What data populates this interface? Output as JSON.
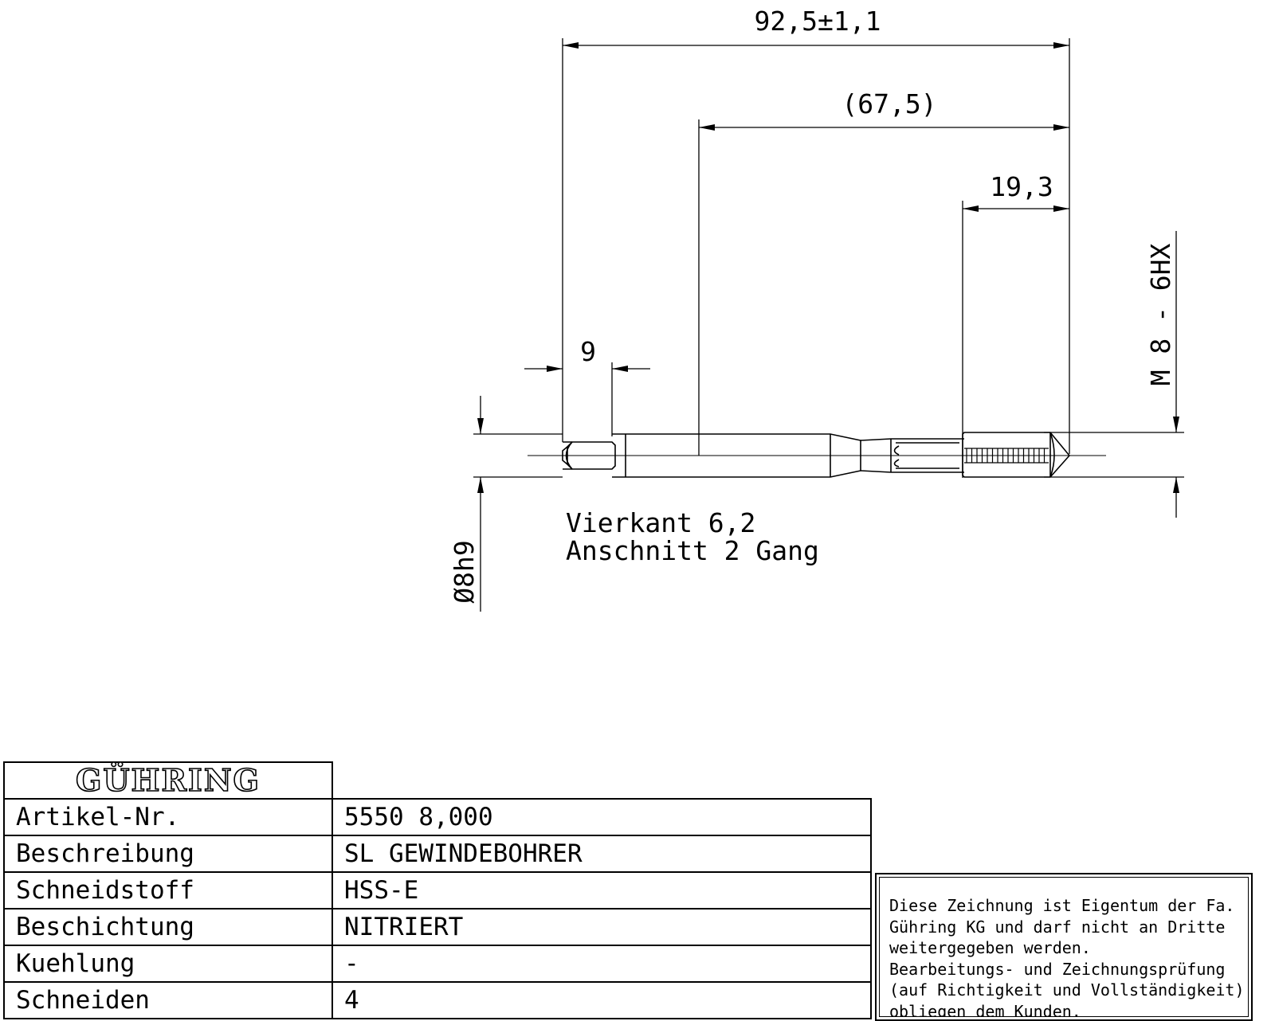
{
  "drawing": {
    "dimensions": {
      "overall_length": "92,5±1,1",
      "shank_to_tip": "(67,5)",
      "thread_length": "19,3",
      "square_length": "9",
      "thread_size": "M 8 - 6HX",
      "shank_diameter": "Ø8h9"
    },
    "notes": {
      "line1": "Vierkant 6,2",
      "line2": "Anschnitt 2 Gang"
    }
  },
  "title_block": {
    "logo": "GÜHRING",
    "rows": [
      {
        "label": "Artikel-Nr.",
        "value": "5550 8,000"
      },
      {
        "label": "Beschreibung",
        "value": "SL GEWINDEBOHRER"
      },
      {
        "label": "Schneidstoff",
        "value": "HSS-E"
      },
      {
        "label": "Beschichtung",
        "value": "NITRIERT"
      },
      {
        "label": "Kuehlung",
        "value": "-"
      },
      {
        "label": "Schneiden",
        "value": "4"
      }
    ]
  },
  "notice": {
    "text": "Diese Zeichnung ist Eigentum der Fa.\nGühring KG und darf nicht an Dritte\nweitergegeben werden.\nBearbeitungs- und Zeichnungsprüfung\n(auf Richtigkeit und Vollständigkeit)\nobliegen dem Kunden."
  }
}
